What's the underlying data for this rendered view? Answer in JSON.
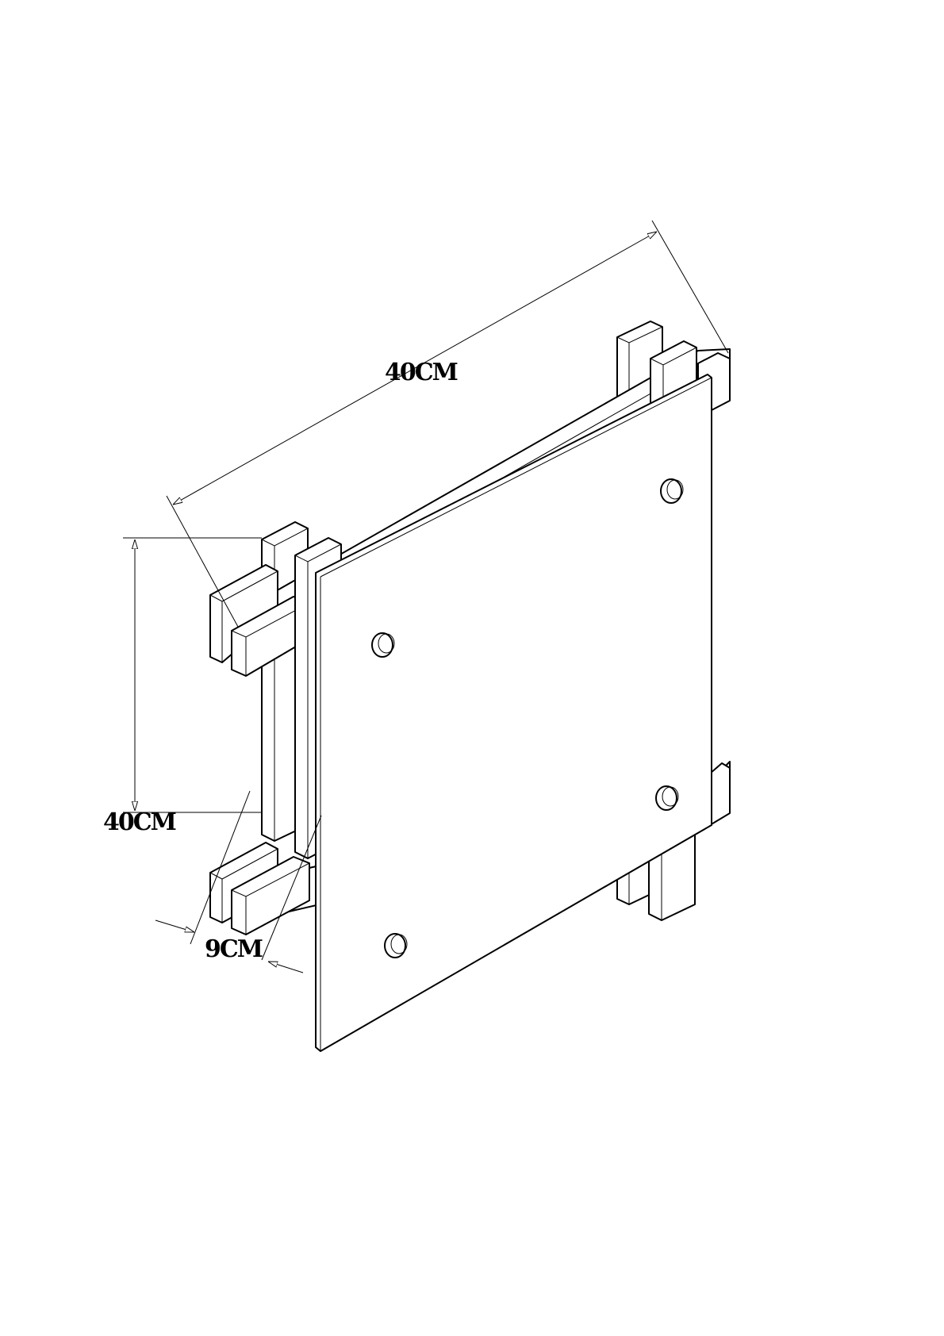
{
  "drawing": {
    "width_label": "40CM",
    "height_label": "40CM",
    "depth_label": "9CM"
  }
}
